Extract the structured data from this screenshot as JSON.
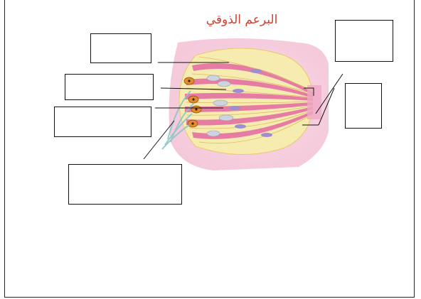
{
  "diagram": {
    "title": "البرعم الذوقي",
    "colors": {
      "title": "#d2402e",
      "background_tissue": "#f3c3d6",
      "supporting_cell": "#f7ecb0",
      "receptor_cell": "#e56fa3",
      "nucleus": "#9c8ed1",
      "nerve": "#9fd0d0",
      "basal_cell": "#e28b2c"
    },
    "label_boxes": [
      {
        "id": "box1",
        "text": ""
      },
      {
        "id": "box2",
        "text": ""
      },
      {
        "id": "box3",
        "text": ""
      },
      {
        "id": "box4",
        "text": ""
      },
      {
        "id": "box5",
        "text": ""
      },
      {
        "id": "box6",
        "text": ""
      }
    ]
  }
}
